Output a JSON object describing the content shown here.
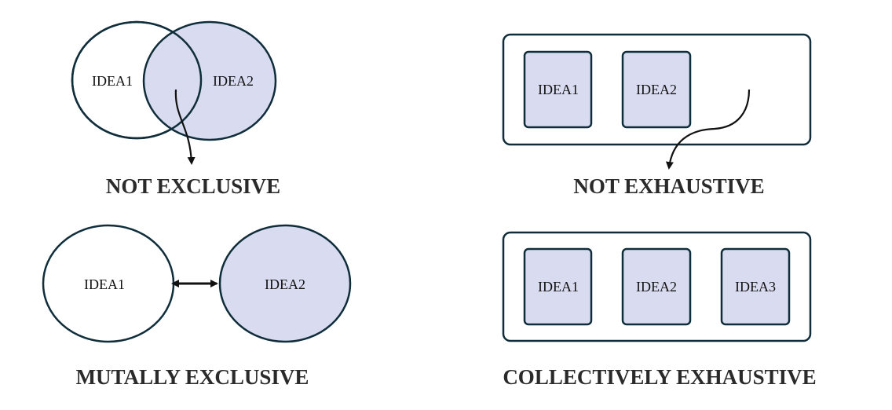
{
  "panels": {
    "not_exclusive": {
      "idea1": "IDEA1",
      "idea2": "IDEA2",
      "caption": "NOT EXCLUSIVE"
    },
    "not_exhaustive": {
      "idea1": "IDEA1",
      "idea2": "IDEA2",
      "caption": "NOT EXHAUSTIVE"
    },
    "mutually_exclusive": {
      "idea1": "IDEA1",
      "idea2": "IDEA2",
      "caption": "MUTALLY EXCLUSIVE"
    },
    "collectively_exhaustive": {
      "idea1": "IDEA1",
      "idea2": "IDEA2",
      "idea3": "IDEA3",
      "caption": "COLLECTIVELY EXHAUSTIVE"
    }
  },
  "colors": {
    "outline": "#0f2d3a",
    "fill_soft": "#d9dcf0",
    "arrow": "#111111",
    "caption": "#2a2a2a"
  },
  "icons": {
    "arrow_marker": "arrowhead-icon",
    "double_arrow": "double-arrow-icon"
  }
}
